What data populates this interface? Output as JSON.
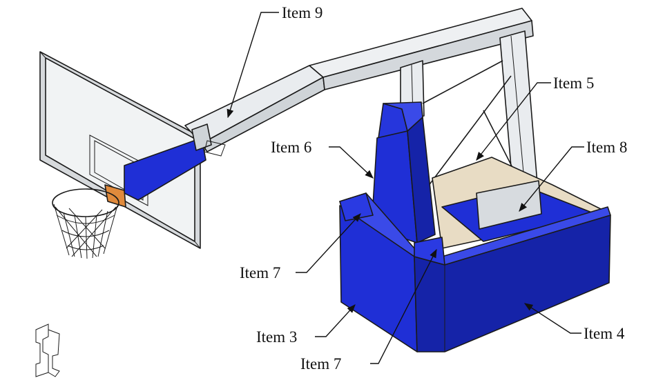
{
  "labels": {
    "item9": "Item 9",
    "item5": "Item 5",
    "item6": "Item 6",
    "item8": "Item 8",
    "item7_left": "Item 7",
    "item7_bottom": "Item 7",
    "item3": "Item 3",
    "item4": "Item 4"
  },
  "colors": {
    "padding_blue": "#1f2fd6",
    "padding_blue_dark": "#1523a8",
    "padding_blue_light": "#3a4ae8",
    "steel": "#e9ecef",
    "glass": "#f1f3f4",
    "rim_orange": "#e08a3c",
    "plywood": "#e8dcc4"
  }
}
